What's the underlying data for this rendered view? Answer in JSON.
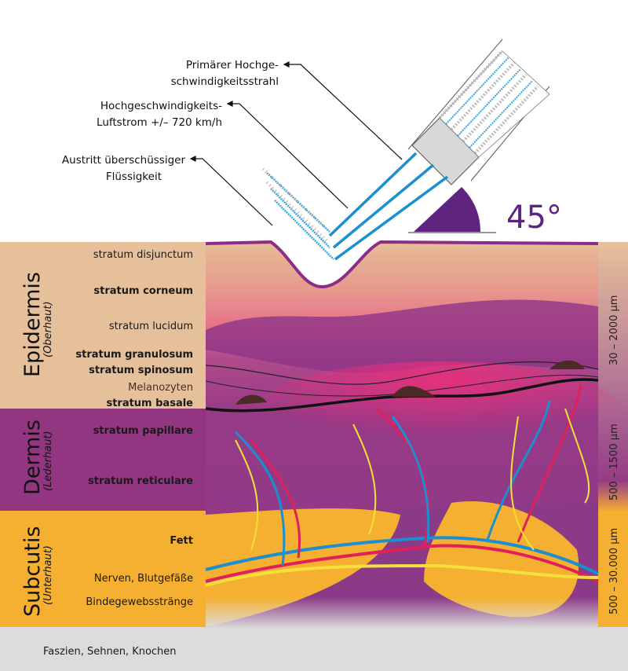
{
  "callouts": [
    {
      "lines": [
        "Primärer Hochge-",
        "schwindigkeitsstrahl"
      ]
    },
    {
      "lines": [
        "Hochgeschwindigkeits-",
        "Luftstrom +/– 720 km/h"
      ]
    },
    {
      "lines": [
        "Austritt überschüssiger",
        "Flüssigkeit"
      ]
    }
  ],
  "angle_label": "45°",
  "layers": {
    "epidermis": {
      "title": "Epidermis",
      "subtitle": "(Oberhaut)",
      "scale": "30 – 2000 µm",
      "items": [
        "stratum disjunctum",
        "stratum corneum",
        "stratum lucidum",
        "stratum granulosum",
        "stratum spinosum",
        "Melanozyten",
        "stratum basale"
      ]
    },
    "dermis": {
      "title": "Dermis",
      "subtitle": "(Lederhaut)",
      "scale": "500 – 1500 µm",
      "items": [
        "stratum papillare",
        "stratum reticulare"
      ]
    },
    "subcutis": {
      "title": "Subcutis",
      "subtitle": "(Unterhaut)",
      "scale": "500 – 30.000 µm",
      "items": [
        "Fett",
        "Nerven, Blutgefäße",
        "Bindegewebsstränge"
      ]
    },
    "base": {
      "label": "Faszien, Sehnen, Knochen"
    }
  },
  "colors": {
    "epidermis": "#e6c09a",
    "dermis": "#923681",
    "subcutis": "#f5b031",
    "base": "#dcdcdc",
    "accent": "#5f2380",
    "blue": "#1c8fd0",
    "red": "#e0205a",
    "yellow": "#f4e03a"
  }
}
